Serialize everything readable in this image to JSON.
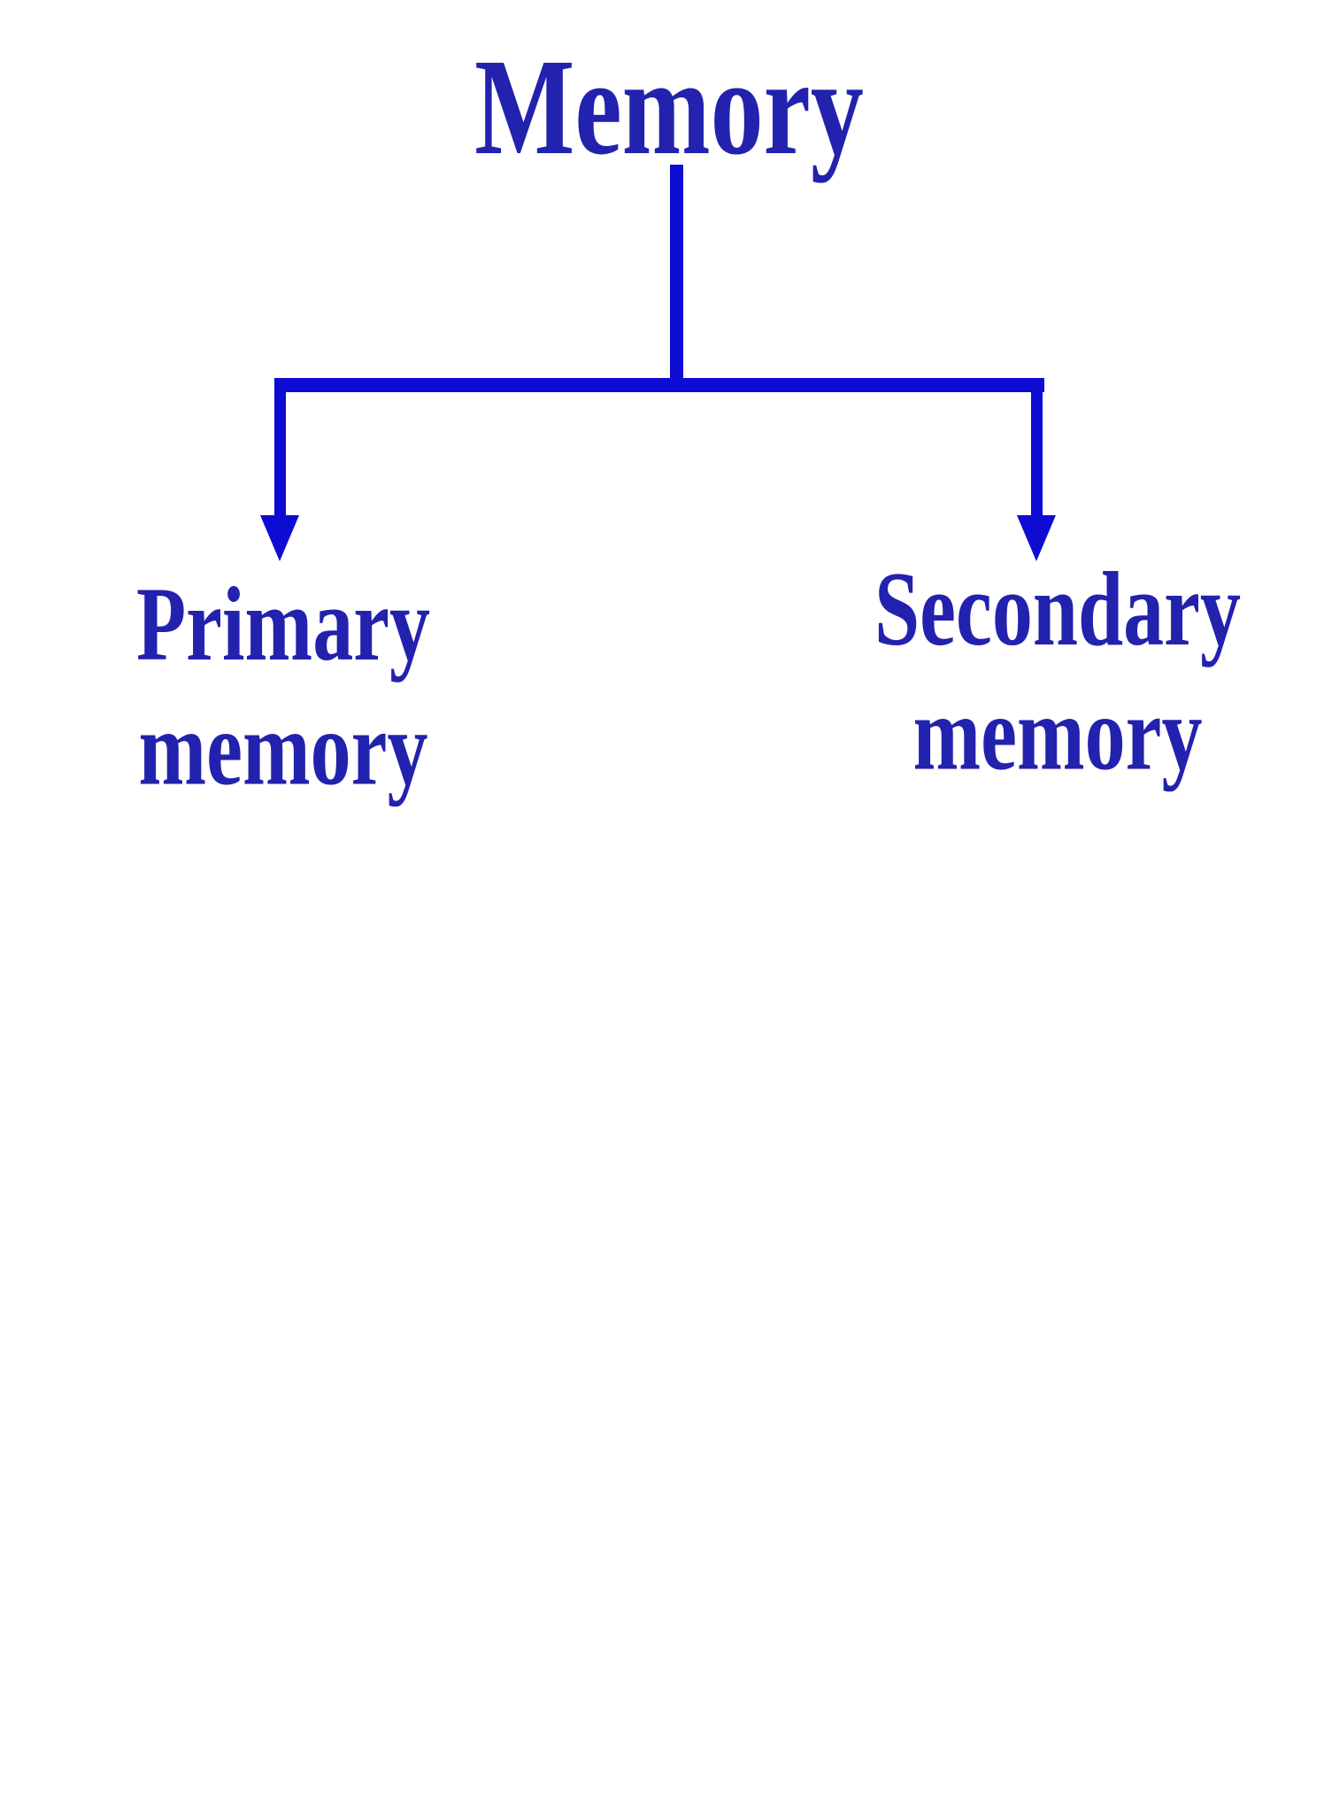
{
  "diagram": {
    "root": {
      "label": "Memory"
    },
    "children": [
      {
        "line1": "Primary",
        "line2": "memory"
      },
      {
        "line1": "Secondary",
        "line2": "memory"
      }
    ],
    "colors": {
      "line-color": "#0e0cd2",
      "text-color": "#2222ae",
      "bg-color": "#ffffff"
    }
  }
}
